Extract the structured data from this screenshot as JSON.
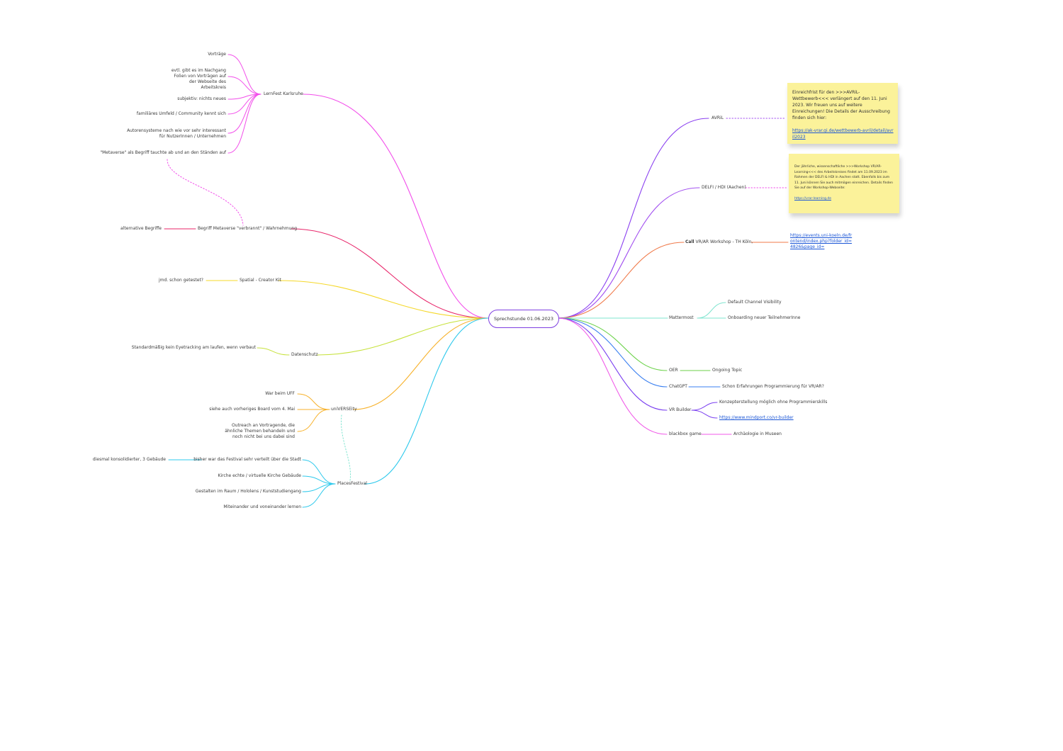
{
  "center": "Sprechstunde 01.06.2023",
  "left_topics": {
    "lernfest": {
      "label": "LernFest Karlsruhe",
      "children": [
        "Vorträge",
        "evtl. gibt es im Nachgang Folien von Vorträgen auf der Webseite des Arbeitskreis",
        "subjektiv: nichts neues",
        "familiäres Umfeld / Community kennt sich",
        "Autorensysteme nach wie vor sehr interessant für NutzerInnen / Unternehmen",
        "\"Metaverse\" als Begriff tauchte ab und an den Ständen auf"
      ]
    },
    "metaverse": {
      "label": "Begriff Metaverse \"verbrannt\" / Wahrnehmung",
      "children": [
        "alternative Begriffe"
      ]
    },
    "spatial": {
      "label": "Spatial - Creator Kit",
      "children": [
        "jmd. schon getestet?"
      ]
    },
    "datenschutz": {
      "label": "Datenschutz",
      "children": [
        "Standardmäßig kein Eyetracking am laufen, wenn verbaut"
      ]
    },
    "university": {
      "label": "uniVERSEity",
      "children": [
        "War beim UFF",
        "siehe auch vorheriges Board vom  4. Mai",
        "Outreach an Vortragende, die ähnliche Themen behandeln und noch nicht bei uns dabei sind"
      ]
    },
    "places": {
      "label": "PlacesFestival",
      "children": [
        "bisher war das Festival sehr verteilt über die Stadt",
        "Kirche echte / virtuelle Kirche Gebäude",
        "Gestalten im Raum / Hololens / Kunststudiengang",
        "Miteinander und voneinander lernen"
      ],
      "grandchild": "diesmal konsolidierter, 3 Gebäude"
    }
  },
  "right_topics": {
    "avril": {
      "label": "AVRiL"
    },
    "delfi": {
      "label": "DELFI / HDI (Aachen)"
    },
    "call": {
      "label_bold": "Call",
      "label_rest": " VR/AR Workshop - TH Köln,",
      "link": "https://events.uni-koeln.de/frontend/index.php?folder_id=4826&page_id="
    },
    "mattermost": {
      "label": "Mattermost",
      "children": [
        "Default Channel Visibility",
        "Onboarding neuer TeilnehmerInne"
      ]
    },
    "oer": {
      "label": "OER",
      "children": [
        "Ongoing Topic"
      ]
    },
    "chatgpt": {
      "label": "ChatGPT",
      "children": [
        "Schon Erfahrungen Programmierung für VR/AR?"
      ]
    },
    "vrbuilder": {
      "label": "VR Builder",
      "children": [
        "Konzepterstellung möglich ohne Programmierskills",
        "https://www.mindport.co/vr-builder"
      ]
    },
    "blackbox": {
      "label": "blackbox game",
      "children": [
        "Archäologie in Museen"
      ]
    }
  },
  "stickies": {
    "avril": {
      "text": "Einreichfrist für den >>>AVRiL-Wettbewerb<<< verlängert auf den 11. Juni 2023. Wir freuen uns auf weitere Einreichungen! Die Details der Ausschreibung finden sich hier:",
      "link": "https://ak-vrar.gi.de/wettbewerb-avril/detail/avril2023"
    },
    "delfi": {
      "text": "Der jährliche, wissenschaftliche >>>Workshop VR/AR-Learning<<< des Arbeitskreises findet am 11.09.2023 im Rahmen der DELFI & HDI in Aachen statt. Ebenfalls bis zum 11. Juni können Sie auch mitmögen einreichen. Details finden Sie auf der Workshop-Webseite:",
      "link": "https://vrar-learning.de"
    }
  },
  "colors": {
    "lernfest": "#f24dea",
    "metaverse": "#e8256a",
    "spatial": "#f5d82a",
    "datenschutz": "#c7e23d",
    "university": "#f7b22c",
    "places": "#2ec9ec",
    "avril": "#8a3ff0",
    "delfi": "#a14ef0",
    "call": "#f07a4a",
    "mattermost": "#7fe4cf",
    "oer": "#6cd24a",
    "chatgpt": "#3a7ff0",
    "vrbuilder": "#7a3ff0",
    "blackbox": "#f05ae8",
    "sticky": "#fbf29a",
    "link": "#1a55d6"
  }
}
